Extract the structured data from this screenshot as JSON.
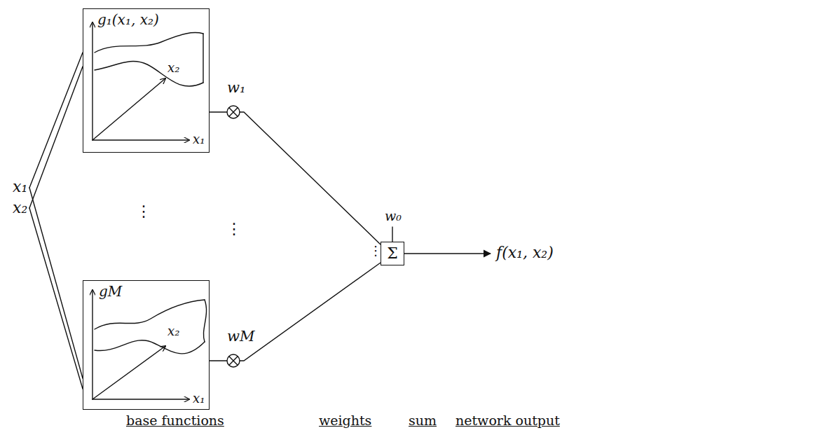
{
  "diagram": {
    "nodes": [
      {
        "text": [
          "g₁(x₁, x₂)",
          "x₂",
          "x₁"
        ]
      },
      {
        "text": [
          "gM",
          "x₂",
          "x₁"
        ]
      },
      {
        "text": [
          "Σ"
        ]
      }
    ],
    "edges": [
      {
        "from": 0,
        "to": 2,
        "arrow": "none",
        "label": "w₁"
      },
      {
        "from": 1,
        "to": 2,
        "arrow": "none",
        "label": "wM"
      }
    ],
    "labels": [
      "x₁",
      "x₂",
      "⋮",
      "⋮",
      "⋮",
      "w₀",
      "f(x₁, x₂)",
      "base functions",
      "weights",
      "sum",
      "network output"
    ]
  }
}
